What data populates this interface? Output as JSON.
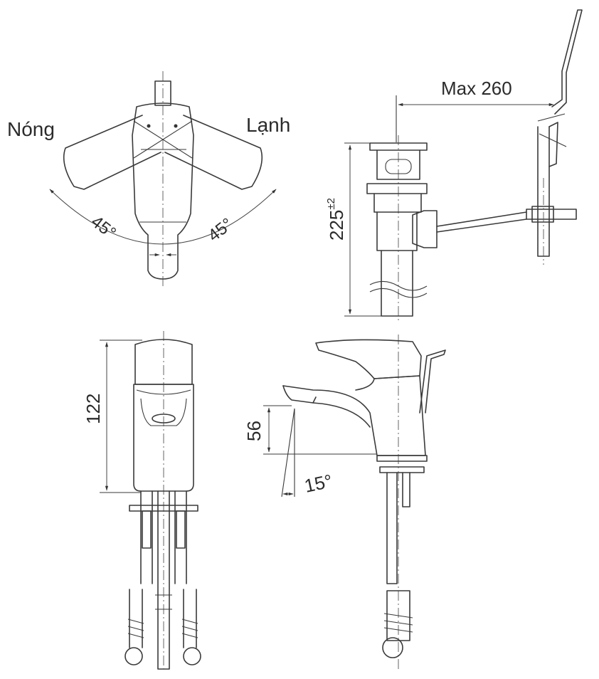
{
  "top_view": {
    "hot_label": "Nóng",
    "cold_label": "Lạnh",
    "left_angle": "45°",
    "right_angle": "45°"
  },
  "drain_view": {
    "max_label": "Max 260",
    "height_base": "225",
    "height_tolerance": "±2"
  },
  "front_view": {
    "height_label": "122"
  },
  "side_view": {
    "spout_height_label": "56",
    "spout_angle_label": "15°"
  }
}
